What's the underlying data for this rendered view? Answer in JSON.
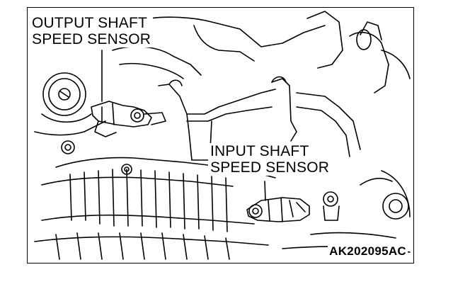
{
  "labels": {
    "output_sensor_line1": "OUTPUT SHAFT",
    "output_sensor_line2": "SPEED SENSOR",
    "input_sensor_line1": "INPUT SHAFT",
    "input_sensor_line2": "SPEED SENSOR"
  },
  "figure_code": "AK202095AC",
  "colors": {
    "line": "#000000",
    "background": "#ffffff"
  }
}
